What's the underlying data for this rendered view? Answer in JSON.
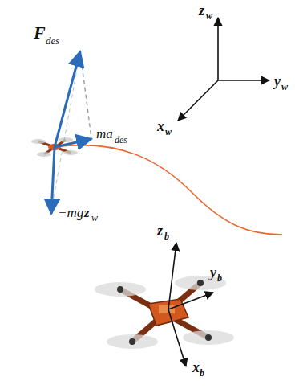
{
  "diagram": {
    "labels": [
      "F",
      "des",
      "ma",
      "des",
      "−mg",
      "z",
      "w",
      "z",
      "w",
      "x",
      "w",
      "y",
      "w",
      "z",
      "b",
      "y",
      "b",
      "x",
      "b"
    ]
  }
}
